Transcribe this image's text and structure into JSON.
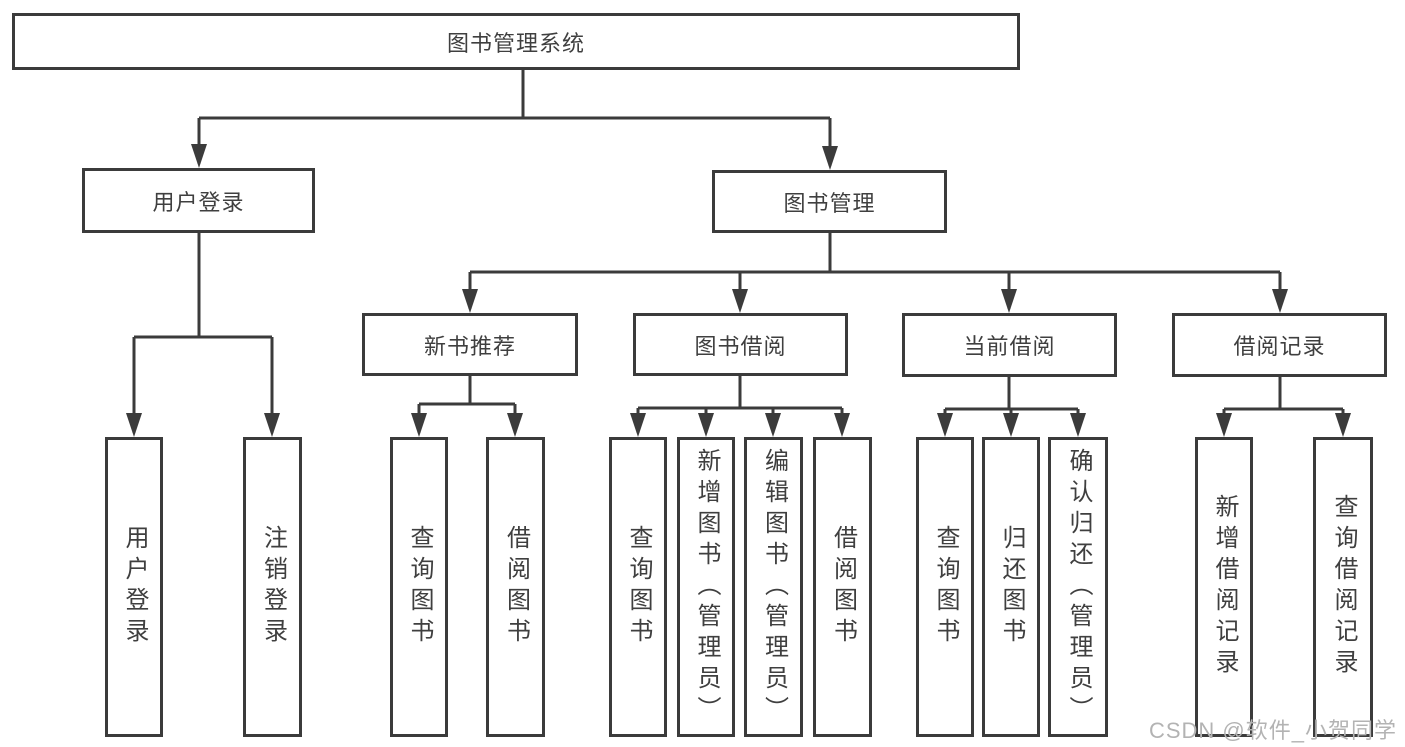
{
  "diagram": {
    "root": {
      "label": "图书管理系统"
    },
    "level2": [
      {
        "label": "用户登录"
      },
      {
        "label": "图书管理"
      }
    ],
    "level3": [
      {
        "label": "新书推荐"
      },
      {
        "label": "图书借阅"
      },
      {
        "label": "当前借阅"
      },
      {
        "label": "借阅记录"
      }
    ],
    "leaves": {
      "user_login": [
        {
          "label": "用户登录"
        },
        {
          "label": "注销登录"
        }
      ],
      "new_book": [
        {
          "label": "查询图书"
        },
        {
          "label": "借阅图书"
        }
      ],
      "book_borrow": [
        {
          "label": "查询图书"
        },
        {
          "label": "新增图书（管理员）"
        },
        {
          "label": "编辑图书（管理员）"
        },
        {
          "label": "借阅图书"
        }
      ],
      "current_borrow": [
        {
          "label": "查询图书"
        },
        {
          "label": "归还图书"
        },
        {
          "label": "确认归还（管理员）"
        }
      ],
      "borrow_record": [
        {
          "label": "新增借阅记录"
        },
        {
          "label": "查询借阅记录"
        }
      ]
    },
    "colors": {
      "line": "#3b3b3b",
      "text": "#3f3f3f",
      "box_background": "#ffffff",
      "watermark": "#b3b3b3"
    },
    "watermark": {
      "text": "CSDN @软件_小贺同学"
    }
  }
}
